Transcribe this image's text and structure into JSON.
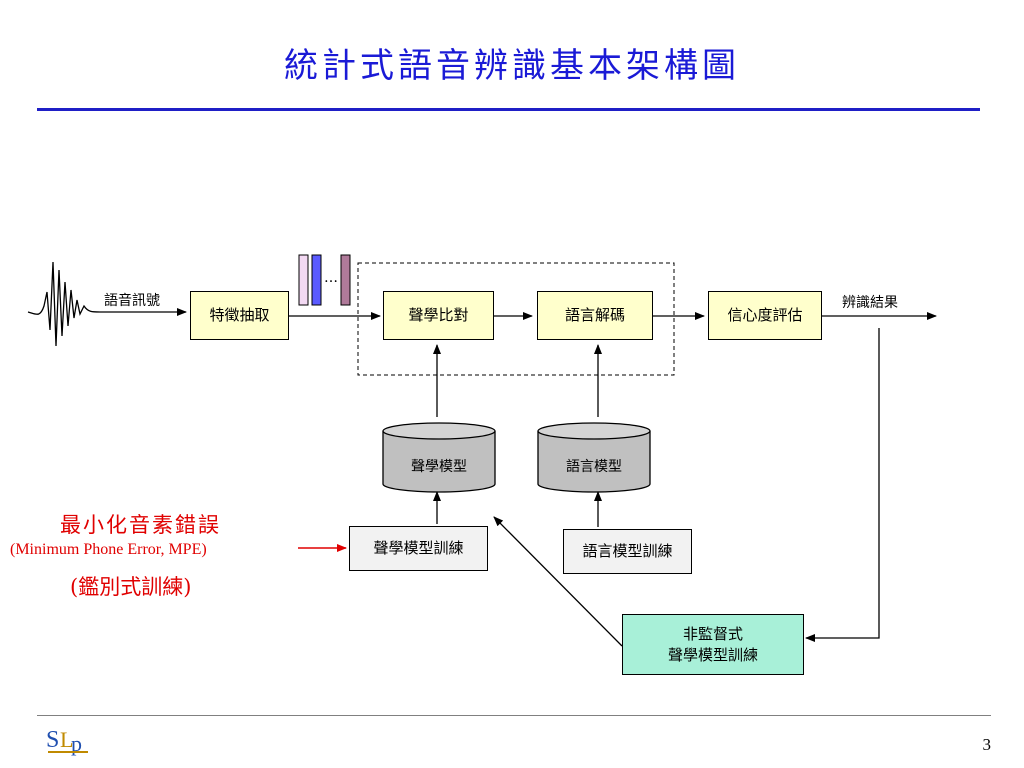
{
  "slide": {
    "title": "統計式語音辨識基本架構圖",
    "page_number": "3"
  },
  "diagram": {
    "input_label": "語音訊號",
    "output_label": "辨識結果",
    "ellipsis": "…",
    "blocks": {
      "feature_extraction": "特徵抽取",
      "acoustic_matching": "聲學比對",
      "language_decoding": "語言解碼",
      "confidence_measure": "信心度評估",
      "acoustic_training": "聲學模型訓練",
      "language_training": "語言模型訓練",
      "unsupervised_line1": "非監督式",
      "unsupervised_line2": "聲學模型訓練"
    },
    "databases": {
      "acoustic_model": "聲學模型",
      "language_model": "語言模型"
    },
    "annotation": {
      "line1": "最小化音素錯誤",
      "line2": "(Minimum Phone Error, MPE)",
      "line3": "(鑑別式訓練)"
    },
    "colors": {
      "title": "#1a1ad6",
      "rule": "#1f1fc6",
      "annotation": "#e00000",
      "process_fill": "#ffffcc",
      "training_fill": "#f2f2f2",
      "unsupervised_fill": "#a8f0d8",
      "cylinder_fill": "#c0c0c0"
    }
  }
}
